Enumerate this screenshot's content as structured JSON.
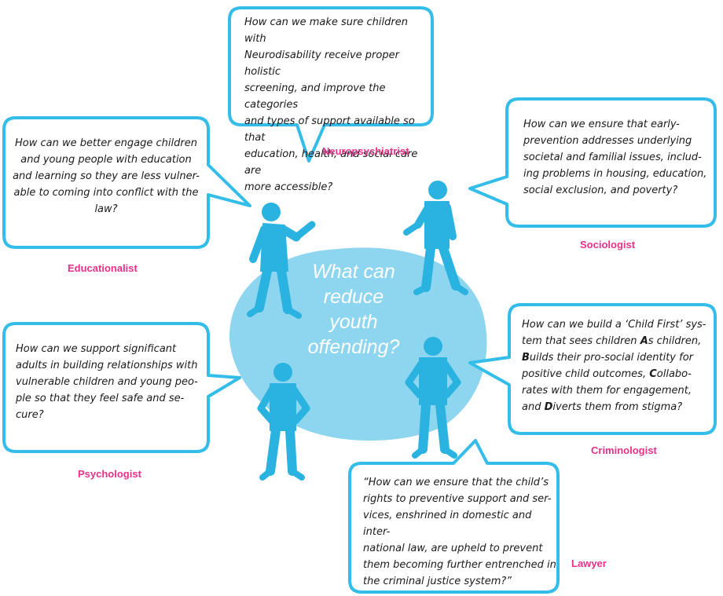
{
  "central_question": "What can\nreduce\nyouth\noffending?",
  "colors": {
    "bubble_border": "#33bde8",
    "blob_fill": "#8ed6ef",
    "figure_fill": "#2ab3e0",
    "role_label": "#e8308a"
  },
  "perspectives": [
    {
      "role": "Neuropsychiatrist",
      "question": "How can we make sure children with\nNeurodisability receive proper holistic\nscreening, and improve the categories\nand types of support available so that\neducation, health, and social care are\nmore accessible?"
    },
    {
      "role": "Educationalist",
      "question": "How can we better engage children\nand young people with education\nand learning so they are less vulner-\nable to coming into conflict with the\nlaw?"
    },
    {
      "role": "Sociologist",
      "question": "How can we ensure that early-\nprevention addresses underlying\nsocietal and familial issues, includ-\ning problems in housing, education,\nsocial exclusion, and poverty?"
    },
    {
      "role": "Psychologist",
      "question": "How can we support significant\nadults in building relationships with\nvulnerable children and young peo-\nple so that they feel safe and se-\ncure?"
    },
    {
      "role": "Criminologist",
      "question": "How can we build a ‘Child First’ sys-\ntem that sees children As children,\nBuilds their pro-social identity for\npositive child outcomes, Collabo-\nrates with them for engagement,\nand Diverts them from stigma?"
    },
    {
      "role": "Lawyer",
      "question": "“How can we ensure that the child’s\nrights to preventive support and ser-\nvices, enshrined in domestic and inter-\nnational law, are upheld to prevent\nthem becoming further entrenched in\nthe criminal justice system?”"
    }
  ]
}
